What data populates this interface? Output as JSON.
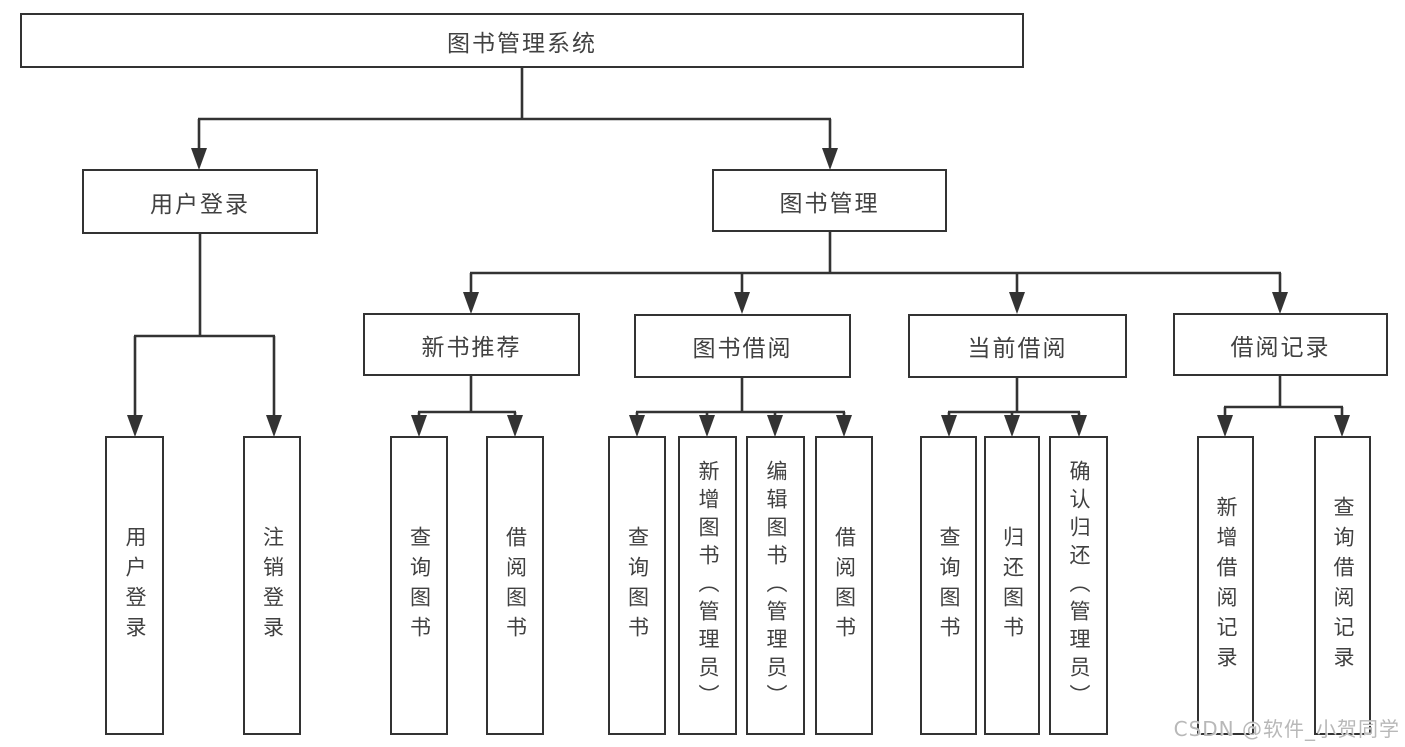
{
  "diagram_title": "图书管理系统",
  "watermark": "CSDN @软件_小贺同学",
  "colors": {
    "line": "#333333",
    "text": "#414141",
    "background": "#ffffff",
    "watermark": "#b8b8b8"
  },
  "nodes": {
    "root": {
      "label": "图书管理系统"
    },
    "user_login": {
      "label": "用户登录"
    },
    "book_mgmt": {
      "label": "图书管理"
    },
    "new_book_rec": {
      "label": "新书推荐"
    },
    "book_borrow": {
      "label": "图书借阅"
    },
    "current_borrow": {
      "label": "当前借阅"
    },
    "borrow_records": {
      "label": "借阅记录"
    },
    "login_leaf": {
      "label": "用户登录"
    },
    "logout_leaf": {
      "label": "注销登录"
    },
    "rec_query": {
      "label": "查询图书"
    },
    "rec_borrow": {
      "label": "借阅图书"
    },
    "bb_query": {
      "label": "查询图书"
    },
    "bb_add": {
      "label": "新增图书（管理员）"
    },
    "bb_edit": {
      "label": "编辑图书（管理员）"
    },
    "bb_borrow": {
      "label": "借阅图书"
    },
    "cb_query": {
      "label": "查询图书"
    },
    "cb_return": {
      "label": "归还图书"
    },
    "cb_confirm": {
      "label": "确认归还（管理员）"
    },
    "br_add": {
      "label": "新增借阅记录"
    },
    "br_query": {
      "label": "查询借阅记录"
    }
  },
  "hierarchy": {
    "图书管理系统": {
      "用户登录": [
        "用户登录",
        "注销登录"
      ],
      "图书管理": {
        "新书推荐": [
          "查询图书",
          "借阅图书"
        ],
        "图书借阅": [
          "查询图书",
          "新增图书（管理员）",
          "编辑图书（管理员）",
          "借阅图书"
        ],
        "当前借阅": [
          "查询图书",
          "归还图书",
          "确认归还（管理员）"
        ],
        "借阅记录": [
          "新增借阅记录",
          "查询借阅记录"
        ]
      }
    }
  }
}
